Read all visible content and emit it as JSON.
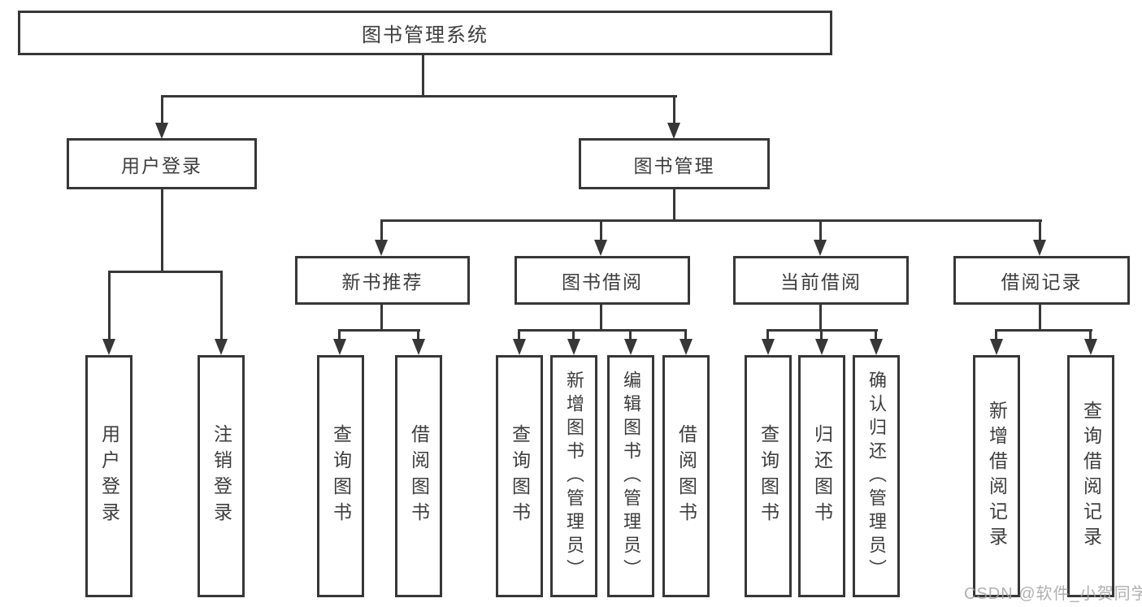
{
  "diagram": {
    "nodes": {
      "root": {
        "label": "图书管理系统"
      },
      "user_login": {
        "label": "用户登录"
      },
      "book_mgmt": {
        "label": "图书管理"
      },
      "new_books": {
        "label": "新书推荐"
      },
      "book_borrow": {
        "label": "图书借阅"
      },
      "current_borrow": {
        "label": "当前借阅"
      },
      "borrow_records": {
        "label": "借阅记录"
      },
      "leaf_user_login": {
        "label": "用户登录"
      },
      "leaf_logout": {
        "label": "注销登录"
      },
      "leaf_nb_query": {
        "label": "查询图书"
      },
      "leaf_nb_borrow": {
        "label": "借阅图书"
      },
      "leaf_bb_query": {
        "label": "查询图书"
      },
      "leaf_bb_add": {
        "label": "新增图书（管理员）"
      },
      "leaf_bb_edit": {
        "label": "编辑图书（管理员）"
      },
      "leaf_bb_borrow": {
        "label": "借阅图书"
      },
      "leaf_cb_query": {
        "label": "查询图书"
      },
      "leaf_cb_return": {
        "label": "归还图书"
      },
      "leaf_cb_confirm": {
        "label": "确认归还（管理员）"
      },
      "leaf_br_add": {
        "label": "新增借阅记录"
      },
      "leaf_br_query": {
        "label": "查询借阅记录"
      }
    },
    "colors": {
      "line": "#373737",
      "text": "#3d3d3d",
      "watermark": "#a3a3a3",
      "background": "#ffffff"
    },
    "watermark": "CSDN @软件_小贺同学"
  }
}
